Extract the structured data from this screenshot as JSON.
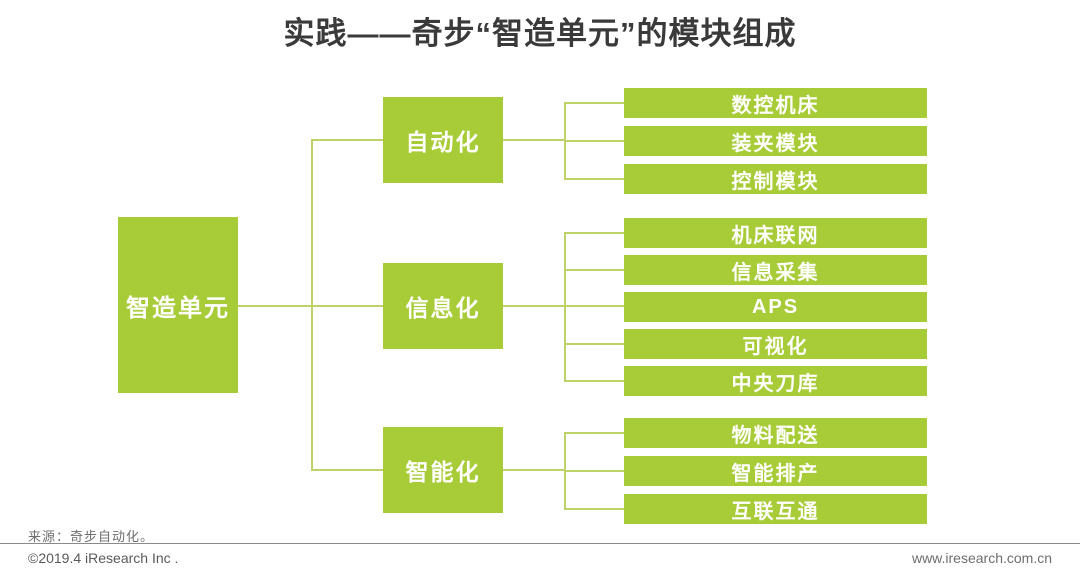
{
  "title": "实践——奇步“智造单元”的模块组成",
  "root": {
    "label": "智造单元"
  },
  "branches": [
    {
      "label": "自动化",
      "children": [
        "数控机床",
        "装夹模块",
        "控制模块"
      ]
    },
    {
      "label": "信息化",
      "children": [
        "机床联网",
        "信息采集",
        "APS",
        "可视化",
        "中央刀库"
      ]
    },
    {
      "label": "智能化",
      "children": [
        "物料配送",
        "智能排产",
        "互联互通"
      ]
    }
  ],
  "footer": {
    "source": "来源：奇步自动化。",
    "copyright": "©2019.4 iResearch Inc .",
    "website": "www.iresearch.com.cn"
  },
  "colors": {
    "box_green": "#a8cc38",
    "connector_green": "#bdd268",
    "title_gray": "#3a3a3a",
    "footer_gray": "#5a5a5a"
  }
}
